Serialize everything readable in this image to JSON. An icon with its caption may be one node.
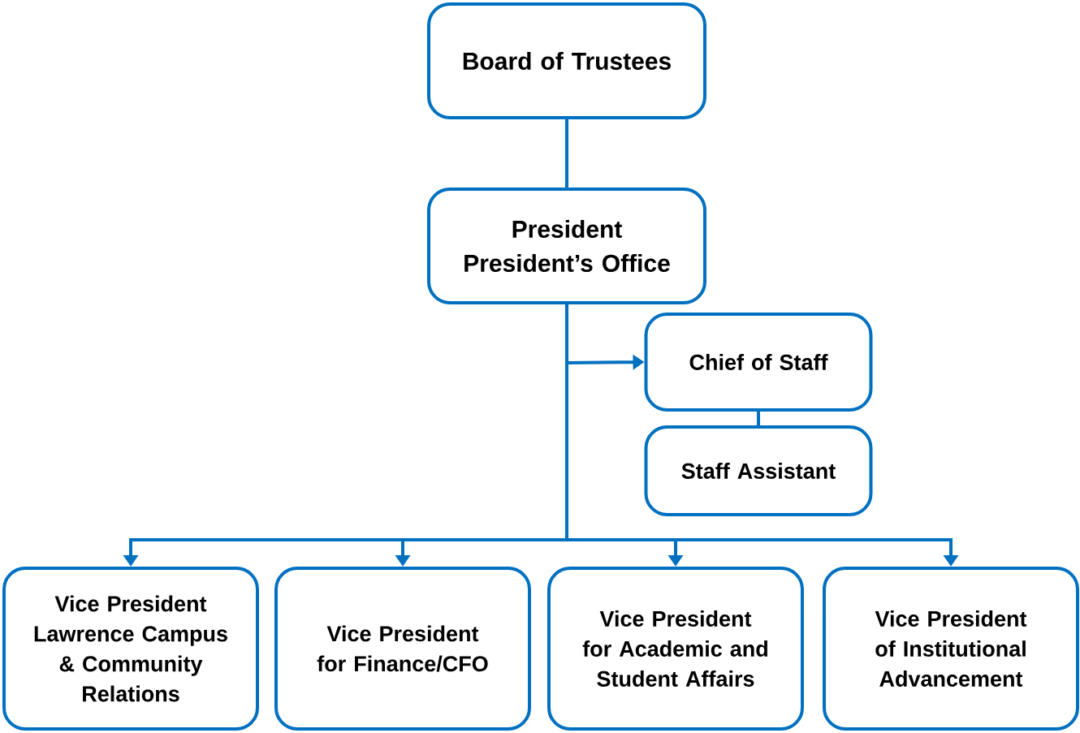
{
  "diagram": {
    "nodes": [
      {
        "text": [
          "Board of Trustees"
        ]
      },
      {
        "text": [
          "President",
          "President’s Office"
        ]
      },
      {
        "text": [
          "Chief of Staff"
        ]
      },
      {
        "text": [
          "Staff Assistant"
        ]
      },
      {
        "text": [
          "Vice President Lawrence Campus & Community Relations"
        ]
      },
      {
        "text": [
          "Vice President for Finance/CFO"
        ]
      },
      {
        "text": [
          "Vice President for Academic and Student Affairs"
        ]
      },
      {
        "text": [
          "Vice President of Institutional Advancement"
        ]
      }
    ],
    "edges": [
      {
        "from": 0,
        "to": 1,
        "arrow": "none"
      },
      {
        "from": 1,
        "to": 2,
        "arrow": "to"
      },
      {
        "from": 2,
        "to": 3,
        "arrow": "none"
      },
      {
        "from": 1,
        "to": 4,
        "arrow": "to"
      },
      {
        "from": 1,
        "to": 5,
        "arrow": "to"
      },
      {
        "from": 1,
        "to": 6,
        "arrow": "to"
      },
      {
        "from": 1,
        "to": 7,
        "arrow": "to"
      }
    ]
  }
}
